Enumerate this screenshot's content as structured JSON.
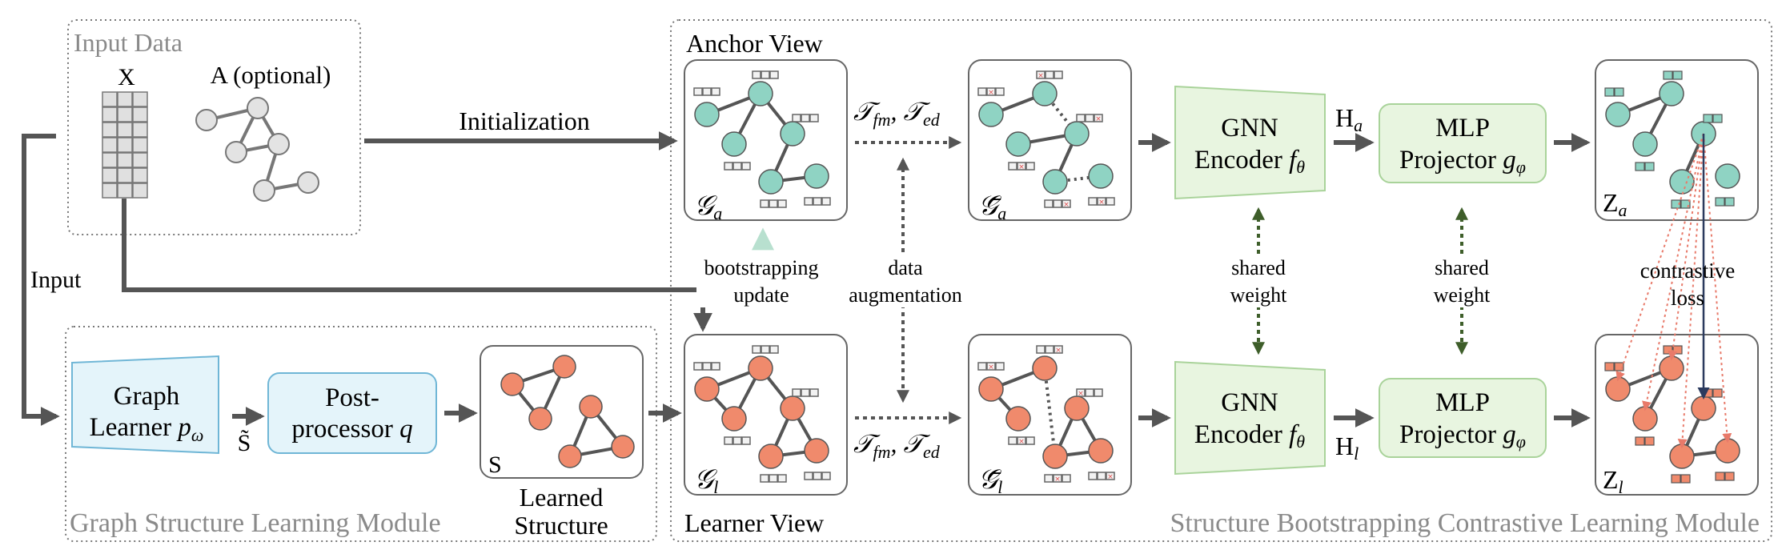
{
  "input_data": {
    "title": "Input Data",
    "x_label": "X",
    "a_label": "A (optional)"
  },
  "gsl_module": {
    "title": "Graph Structure Learning Module",
    "graph_learner": {
      "line1": "Graph",
      "line2": "Learner",
      "sym": "p",
      "sub": "ω"
    },
    "post_processor": {
      "line1": "Post-",
      "line2": "processor",
      "sym": "q"
    },
    "s_tilde": "S̃",
    "learned_structure": {
      "corner": "S",
      "line1": "Learned",
      "line2": "Structure"
    }
  },
  "sbcl_module": {
    "title": "Structure Bootstrapping Contrastive Learning Module",
    "anchor_view": "Anchor View",
    "learner_view": "Learner View",
    "ga": {
      "sym": "𝒢",
      "sub": "a"
    },
    "gl": {
      "sym": "𝒢",
      "sub": "l"
    },
    "ga_bar": {
      "sym": "𝒢̄",
      "sub": "a"
    },
    "gl_bar": {
      "sym": "𝒢̄",
      "sub": "l"
    },
    "aug_top": {
      "t": "𝒯",
      "s1": "fm",
      "sep": ", ",
      "s2": "ed"
    },
    "aug_bottom": {
      "t": "𝒯",
      "s1": "fm",
      "sep": ", ",
      "s2": "ed"
    },
    "encoder_top": {
      "line1": "GNN",
      "line2": "Encoder",
      "sym": "f",
      "sub": "θ"
    },
    "encoder_bottom": {
      "line1": "GNN",
      "line2": "Encoder",
      "sym": "f",
      "sub": "θ"
    },
    "projector_top": {
      "line1": "MLP",
      "line2": "Projector",
      "sym": "g",
      "sub": "φ"
    },
    "projector_bottom": {
      "line1": "MLP",
      "line2": "Projector",
      "sym": "g",
      "sub": "φ"
    },
    "ha": {
      "sym": "H",
      "sub": "a"
    },
    "hl": {
      "sym": "H",
      "sub": "l"
    },
    "za": {
      "sym": "Z",
      "sub": "a"
    },
    "zl": {
      "sym": "Z",
      "sub": "l"
    },
    "bootstrapping": {
      "line1": "bootstrapping",
      "line2": "update"
    },
    "data_aug": {
      "line1": "data",
      "line2": "augmentation"
    },
    "shared_weight_1": {
      "line1": "shared",
      "line2": "weight"
    },
    "shared_weight_2": {
      "line1": "shared",
      "line2": "weight"
    },
    "contrastive": {
      "line1": "contrastive",
      "line2": "loss"
    }
  },
  "arrows": {
    "initialization": "Initialization",
    "input": "Input"
  },
  "colors": {
    "anchor_node": "#8fd3c3",
    "learner_node": "#f08a6c",
    "gray_node": "#e3e3e3",
    "edge": "#555555",
    "green_box": "#e8f5e0",
    "green_stroke": "#a9d39a",
    "blue_box": "#e4f4fa",
    "blue_stroke": "#6fb6d6",
    "module_text": "#8a8a8a",
    "arrow": "#555555",
    "dark_green": "#3e5e2a",
    "red_dot": "#e87a6a",
    "navy": "#2b3a5e"
  }
}
